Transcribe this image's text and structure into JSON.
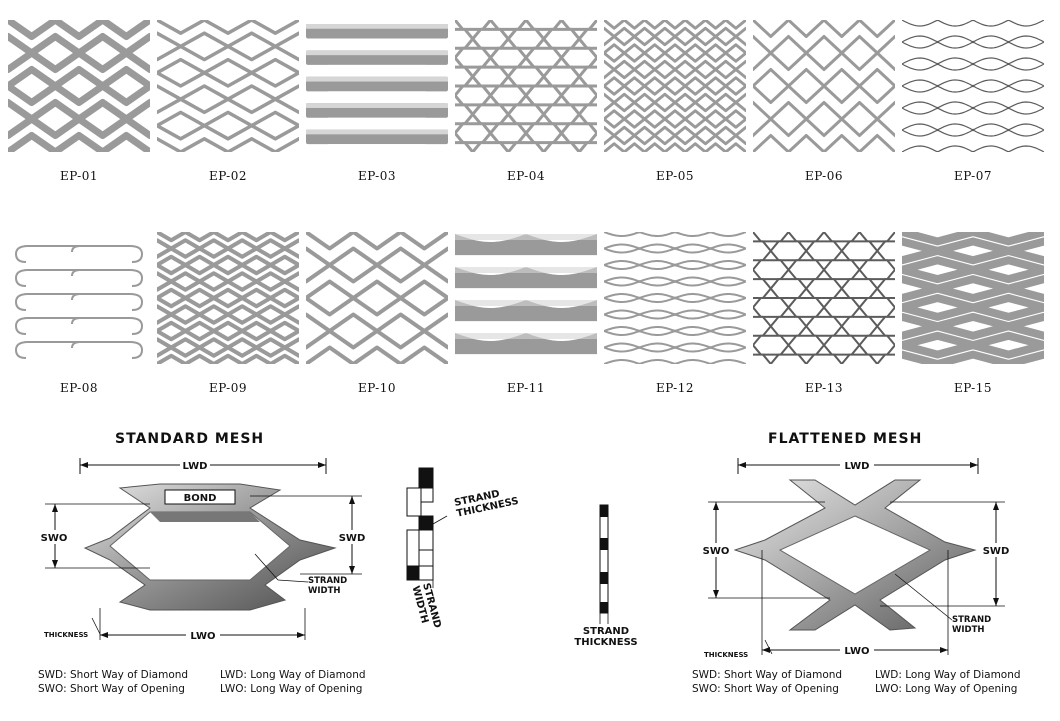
{
  "patterns": [
    {
      "code": "EP-01",
      "style": "raised-wide"
    },
    {
      "code": "EP-02",
      "style": "raised-thin"
    },
    {
      "code": "EP-03",
      "style": "bars"
    },
    {
      "code": "EP-04",
      "style": "hex-small"
    },
    {
      "code": "EP-05",
      "style": "diamond-dense"
    },
    {
      "code": "EP-06",
      "style": "diamond-flat"
    },
    {
      "code": "EP-07",
      "style": "wire-fine"
    },
    {
      "code": "EP-08",
      "style": "hooks"
    },
    {
      "code": "EP-09",
      "style": "diamond-tight"
    },
    {
      "code": "EP-10",
      "style": "diamond-large"
    },
    {
      "code": "EP-11",
      "style": "wide-strip"
    },
    {
      "code": "EP-12",
      "style": "wavy"
    },
    {
      "code": "EP-13",
      "style": "hex-flat"
    },
    {
      "code": "EP-15",
      "style": "raised-heavy"
    }
  ],
  "standard": {
    "title": "STANDARD MESH",
    "lwd": "LWD",
    "bond": "BOND",
    "swo": "SWO",
    "swd": "SWD",
    "strand_width": "STRAND WIDTH",
    "thickness": "THICKNESS",
    "lwo": "LWO"
  },
  "profile": {
    "strand_thickness": "STRAND THICKNESS",
    "strand_width": "STRAND WIDTH"
  },
  "side": {
    "strand_thickness": "STRAND THICKNESS"
  },
  "flattened": {
    "title": "FLATTENED MESH",
    "lwd": "LWD",
    "swo": "SWO",
    "swd": "SWD",
    "strand_width": "STRAND WIDTH",
    "thickness": "THICKNESS",
    "lwo": "LWO"
  },
  "legend": {
    "swd": "SWD: Short Way of Diamond",
    "swo": "SWO: Short Way of Opening",
    "lwd": "LWD: Long Way of Diamond",
    "lwo": "LWO: Long Way of Opening"
  },
  "colors": {
    "metal": "#9a9a9a",
    "metal_light": "#d6d6d6",
    "metal_dark": "#5c5c5c",
    "line": "#111111"
  }
}
